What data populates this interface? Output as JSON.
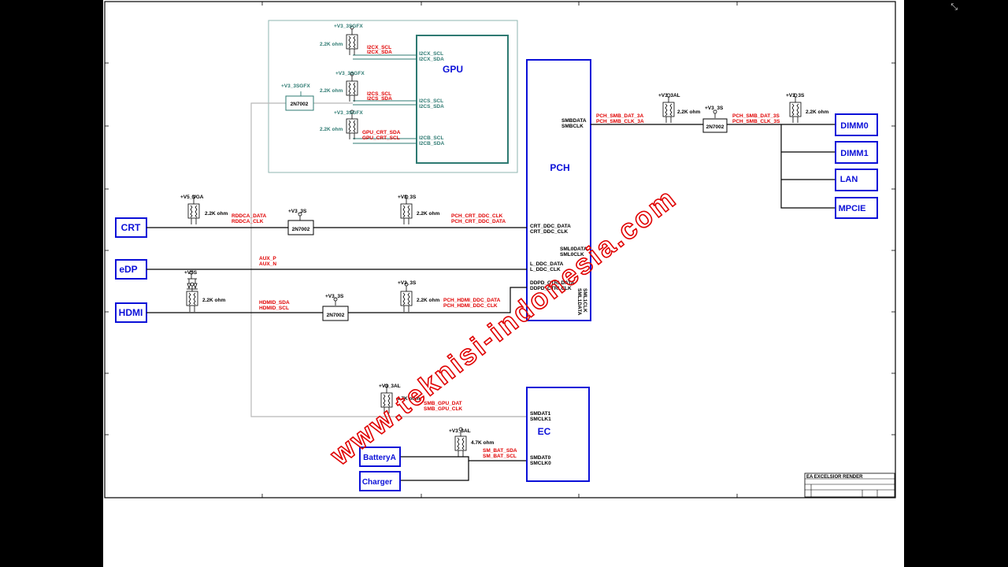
{
  "viewer": {
    "exit_fullscreen_glyph": "⤡"
  },
  "watermark": "www.teknisi-indonesia.com",
  "colors": {
    "block_blue": "#0b10d8",
    "signal_red": "#e00000",
    "gpu_teal": "#2e7a72",
    "wire": "#000000",
    "grey_wire": "#b8b8b8"
  },
  "blocks": {
    "gpu": "GPU",
    "pch": "PCH",
    "ec": "EC",
    "crt": "CRT",
    "edp": "eDP",
    "hdmi": "HDMI",
    "dimm0": "DIMM0",
    "dimm1": "DIMM1",
    "lan": "LAN",
    "mpcie": "MPCIE",
    "battery": "BatteryA",
    "charger": "Charger"
  },
  "gpu_box": {
    "rail1": "+V3_3SGFX",
    "rail2": "+V3_3SGFX",
    "rail3": "+V3_3SGFX",
    "rail_fet": "+V3_3SGFX",
    "res1": "2.2K ohm",
    "res2": "2.2K ohm",
    "res3": "2.2K ohm",
    "fet": "2N7002",
    "sig1a": "I2CX_SCL",
    "sig1b": "I2CX_SDA",
    "sig2a": "I2CS_SCL",
    "sig2b": "I2CS_SDA",
    "sig3a": "GPU_CRT_SDA",
    "sig3b": "GPU_CRT_SCL",
    "pin1a": "I2CX_SCL",
    "pin1b": "I2CX_SDA",
    "pin2a": "I2CS_SCL",
    "pin2b": "I2CS_SDA",
    "pin3a": "I2CB_SCL",
    "pin3b": "I2CB_SDA"
  },
  "crt_path": {
    "rail_vga": "+V5_VGA",
    "res_vga": "2.2K ohm",
    "sig_a": "RDDCA_DATA",
    "sig_b": "RDDCA_CLK",
    "rail_fet": "+V3_3S",
    "fet": "2N7002",
    "rail_pull": "+V3_3S",
    "res_pull": "2.2K ohm",
    "pch_sig_a": "PCH_CRT_DDC_CLK",
    "pch_sig_b": "PCH_CRT_DDC_DATA"
  },
  "edp_path": {
    "sig_a": "AUX_P",
    "sig_b": "AUX_N"
  },
  "hdmi_path": {
    "rail_v5": "+V5S",
    "res_v5": "2.2K ohm",
    "sig_a": "HDMID_SDA",
    "sig_b": "HDMID_SCL",
    "rail_fet": "+V3_3S",
    "fet": "2N7002",
    "rail_pull": "+V3_3S",
    "res_pull": "2.2K ohm",
    "pch_sig_a": "PCH_HDMI_DDC_DATA",
    "pch_sig_b": "PCH_HDMI_DDC_CLK"
  },
  "pch_pins": {
    "smbdata": "SMBDATA",
    "smbclk": "SMBCLK",
    "crt_data": "CRT_DDC_DATA",
    "crt_clk": "CRT_DDC_CLK",
    "sml0data": "SML0DATA",
    "sml0clk": "SML0CLK",
    "l_data": "L_DDC_DATA",
    "l_clk": "L_DDC_CLK",
    "ddpd_data": "DDPD_CTRLDATA",
    "ddpd_clk": "DDPD_CTRLCLK",
    "sml1data": "SML1DATA",
    "sml1clk": "SML1CLK"
  },
  "smb_path": {
    "rail_al": "+V3_3AL",
    "res_al": "2.2K ohm",
    "sig_a": "PCH_SMB_DAT_3A",
    "sig_b": "PCH_SMB_CLK_3A",
    "rail_fet": "+V3_3S",
    "fet": "2N7002",
    "rail_s": "+V3_3S",
    "res_s": "2.2K ohm",
    "out_a": "PCH_SMB_DAT_3S",
    "out_b": "PCH_SMB_CLK_3S"
  },
  "ec_path": {
    "rail_gpu": "+V3_3AL",
    "res_gpu": "4.7K ohm",
    "sig_a": "SMB_GPU_DAT",
    "sig_b": "SMB_GPU_CLK",
    "pin_dat1": "SMDAT1",
    "pin_clk1": "SMCLK1",
    "rail_bat": "+V3_3AL",
    "res_bat": "4.7K ohm",
    "bat_a": "SM_BAT_SDA",
    "bat_b": "SM_BAT_SCL",
    "pin_dat0": "SMDAT0",
    "pin_clk0": "SMCLK0"
  },
  "title_block": {
    "title": "EA EXCELSIOR RENDER"
  }
}
